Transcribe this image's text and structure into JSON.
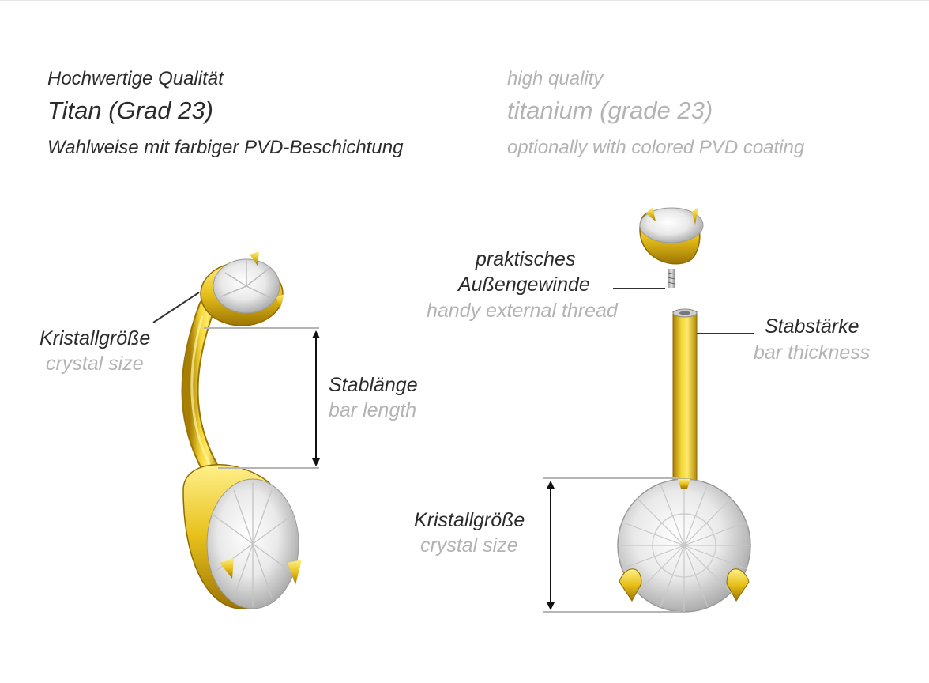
{
  "header": {
    "de": {
      "quality": "Hochwertige Qualität",
      "material": "Titan (Grad 23)",
      "coating": "Wahlweise mit farbiger PVD-Beschichtung"
    },
    "en": {
      "quality": "high quality",
      "material": "titanium (grade 23)",
      "coating": "optionally with colored PVD coating"
    }
  },
  "left_diagram": {
    "crystal_size_de": "Kristallgröße",
    "crystal_size_en": "crystal size",
    "bar_length_de": "Stablänge",
    "bar_length_en": "bar length"
  },
  "right_diagram": {
    "thread_de_line1": "praktisches",
    "thread_de_line2": "Außengewinde",
    "thread_en": "handy external thread",
    "bar_thickness_de": "Stabstärke",
    "bar_thickness_en": "bar thickness",
    "crystal_size_de": "Kristallgröße",
    "crystal_size_en": "crystal size"
  },
  "colors": {
    "gold": "#e8c21c",
    "gold_dark": "#b8900a",
    "text_dark": "#2b2b2b",
    "text_light": "#b3b3b3"
  }
}
